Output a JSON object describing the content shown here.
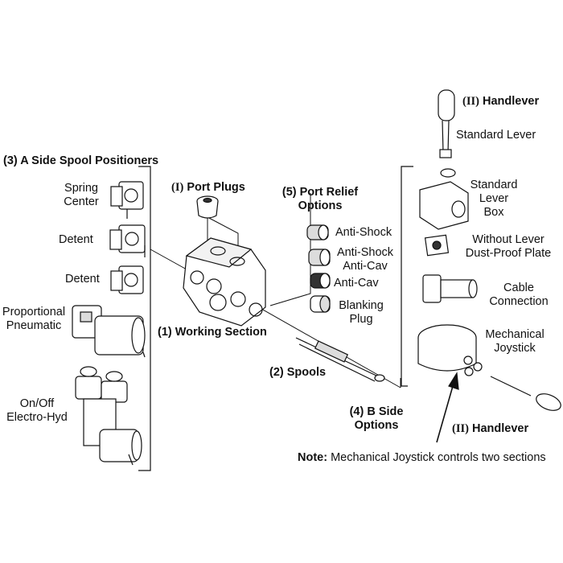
{
  "labels": {
    "a_side_title": "(3) A Side Spool Positioners",
    "spring_center": [
      "Spring",
      "Center"
    ],
    "detent_1": "Detent",
    "detent_2": "Detent",
    "proportional_pneumatic": [
      "Proportional",
      "Pneumatic"
    ],
    "onoff_electro_hyd": [
      "On/Off",
      "Electro-Hyd"
    ],
    "port_plugs_num": "(I)",
    "port_plugs": "Port Plugs",
    "port_relief": [
      "(5) Port Relief",
      "Options"
    ],
    "anti_shock": "Anti-Shock",
    "anti_shock_anti_cav": [
      "Anti-Shock",
      "Anti-Cav"
    ],
    "anti_cav": "Anti-Cav",
    "blanking_plug": [
      "Blanking",
      "Plug"
    ],
    "working_section": "(1) Working Section",
    "spools": "(2) Spools",
    "b_side_options": [
      "(4) B Side",
      "Options"
    ],
    "handlever_top_num": "(II)",
    "handlever_top": "Handlever",
    "standard_lever": "Standard Lever",
    "standard_lever_box": [
      "Standard",
      "Lever",
      "Box"
    ],
    "without_lever": [
      "Without Lever",
      "Dust-Proof Plate"
    ],
    "cable_connection": [
      "Cable",
      "Connection"
    ],
    "mechanical_joystick": [
      "Mechanical",
      "Joystick"
    ],
    "handlever_bottom_num": "(II)",
    "handlever_bottom": "Handlever",
    "note_label": "Note:",
    "note_text": "Mechanical Joystick controls two sections"
  },
  "colors": {
    "line": "#111111",
    "part_fill": "#ffffff",
    "shade": "#dcdcdc",
    "dark": "#333333"
  },
  "icons": [
    "valve-body-illustration",
    "spool-illustration",
    "handlever-illustration",
    "joystick-illustration"
  ]
}
